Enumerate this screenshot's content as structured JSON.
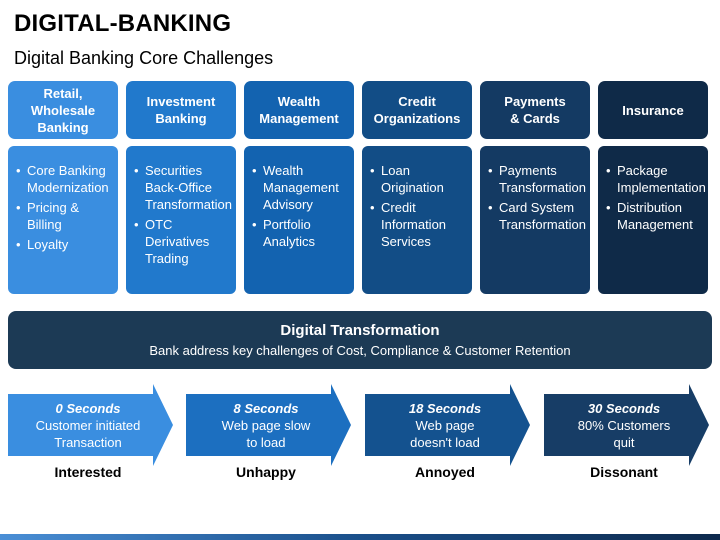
{
  "header": {
    "title": "DIGITAL-BANKING",
    "subtitle": "Digital Banking Core Challenges"
  },
  "columns": [
    {
      "label": "Retail, Wholesale\nBanking",
      "items": [
        "Core Banking Modernization",
        "Pricing & Billing",
        "Loyalty"
      ],
      "color": "#3a8ee0"
    },
    {
      "label": "Investment\nBanking",
      "items": [
        "Securities Back-Office Transformation",
        "OTC Derivatives Trading"
      ],
      "color": "#2179cc"
    },
    {
      "label": "Wealth\nManagement",
      "items": [
        "Wealth Management Advisory",
        "Portfolio Analytics"
      ],
      "color": "#1363b0"
    },
    {
      "label": "Credit\nOrganizations",
      "items": [
        "Loan Origination",
        "Credit Information Services"
      ],
      "color": "#124d86"
    },
    {
      "label": "Payments\n& Cards",
      "items": [
        "Payments Transformation",
        "Card System Transformation"
      ],
      "color": "#143a63"
    },
    {
      "label": "Insurance",
      "items": [
        "Package Implementation",
        "Distribution Management"
      ],
      "color": "#0f2a48"
    }
  ],
  "transformation": {
    "title": "Digital Transformation",
    "subtitle": "Bank address key challenges of Cost, Compliance & Customer Retention"
  },
  "timeline": [
    {
      "time": "0 Seconds",
      "desc": "Customer initiated\nTransaction",
      "state": "Interested",
      "color": "#3a8ee0"
    },
    {
      "time": "8 Seconds",
      "desc": "Web page slow\nto load",
      "state": "Unhappy",
      "color": "#1c6fc0"
    },
    {
      "time": "18 Seconds",
      "desc": "Web page\ndoesn't load",
      "state": "Annoyed",
      "color": "#14528f"
    },
    {
      "time": "30 Seconds",
      "desc": "80% Customers\nquit",
      "state": "Dissonant",
      "color": "#173d66"
    }
  ]
}
